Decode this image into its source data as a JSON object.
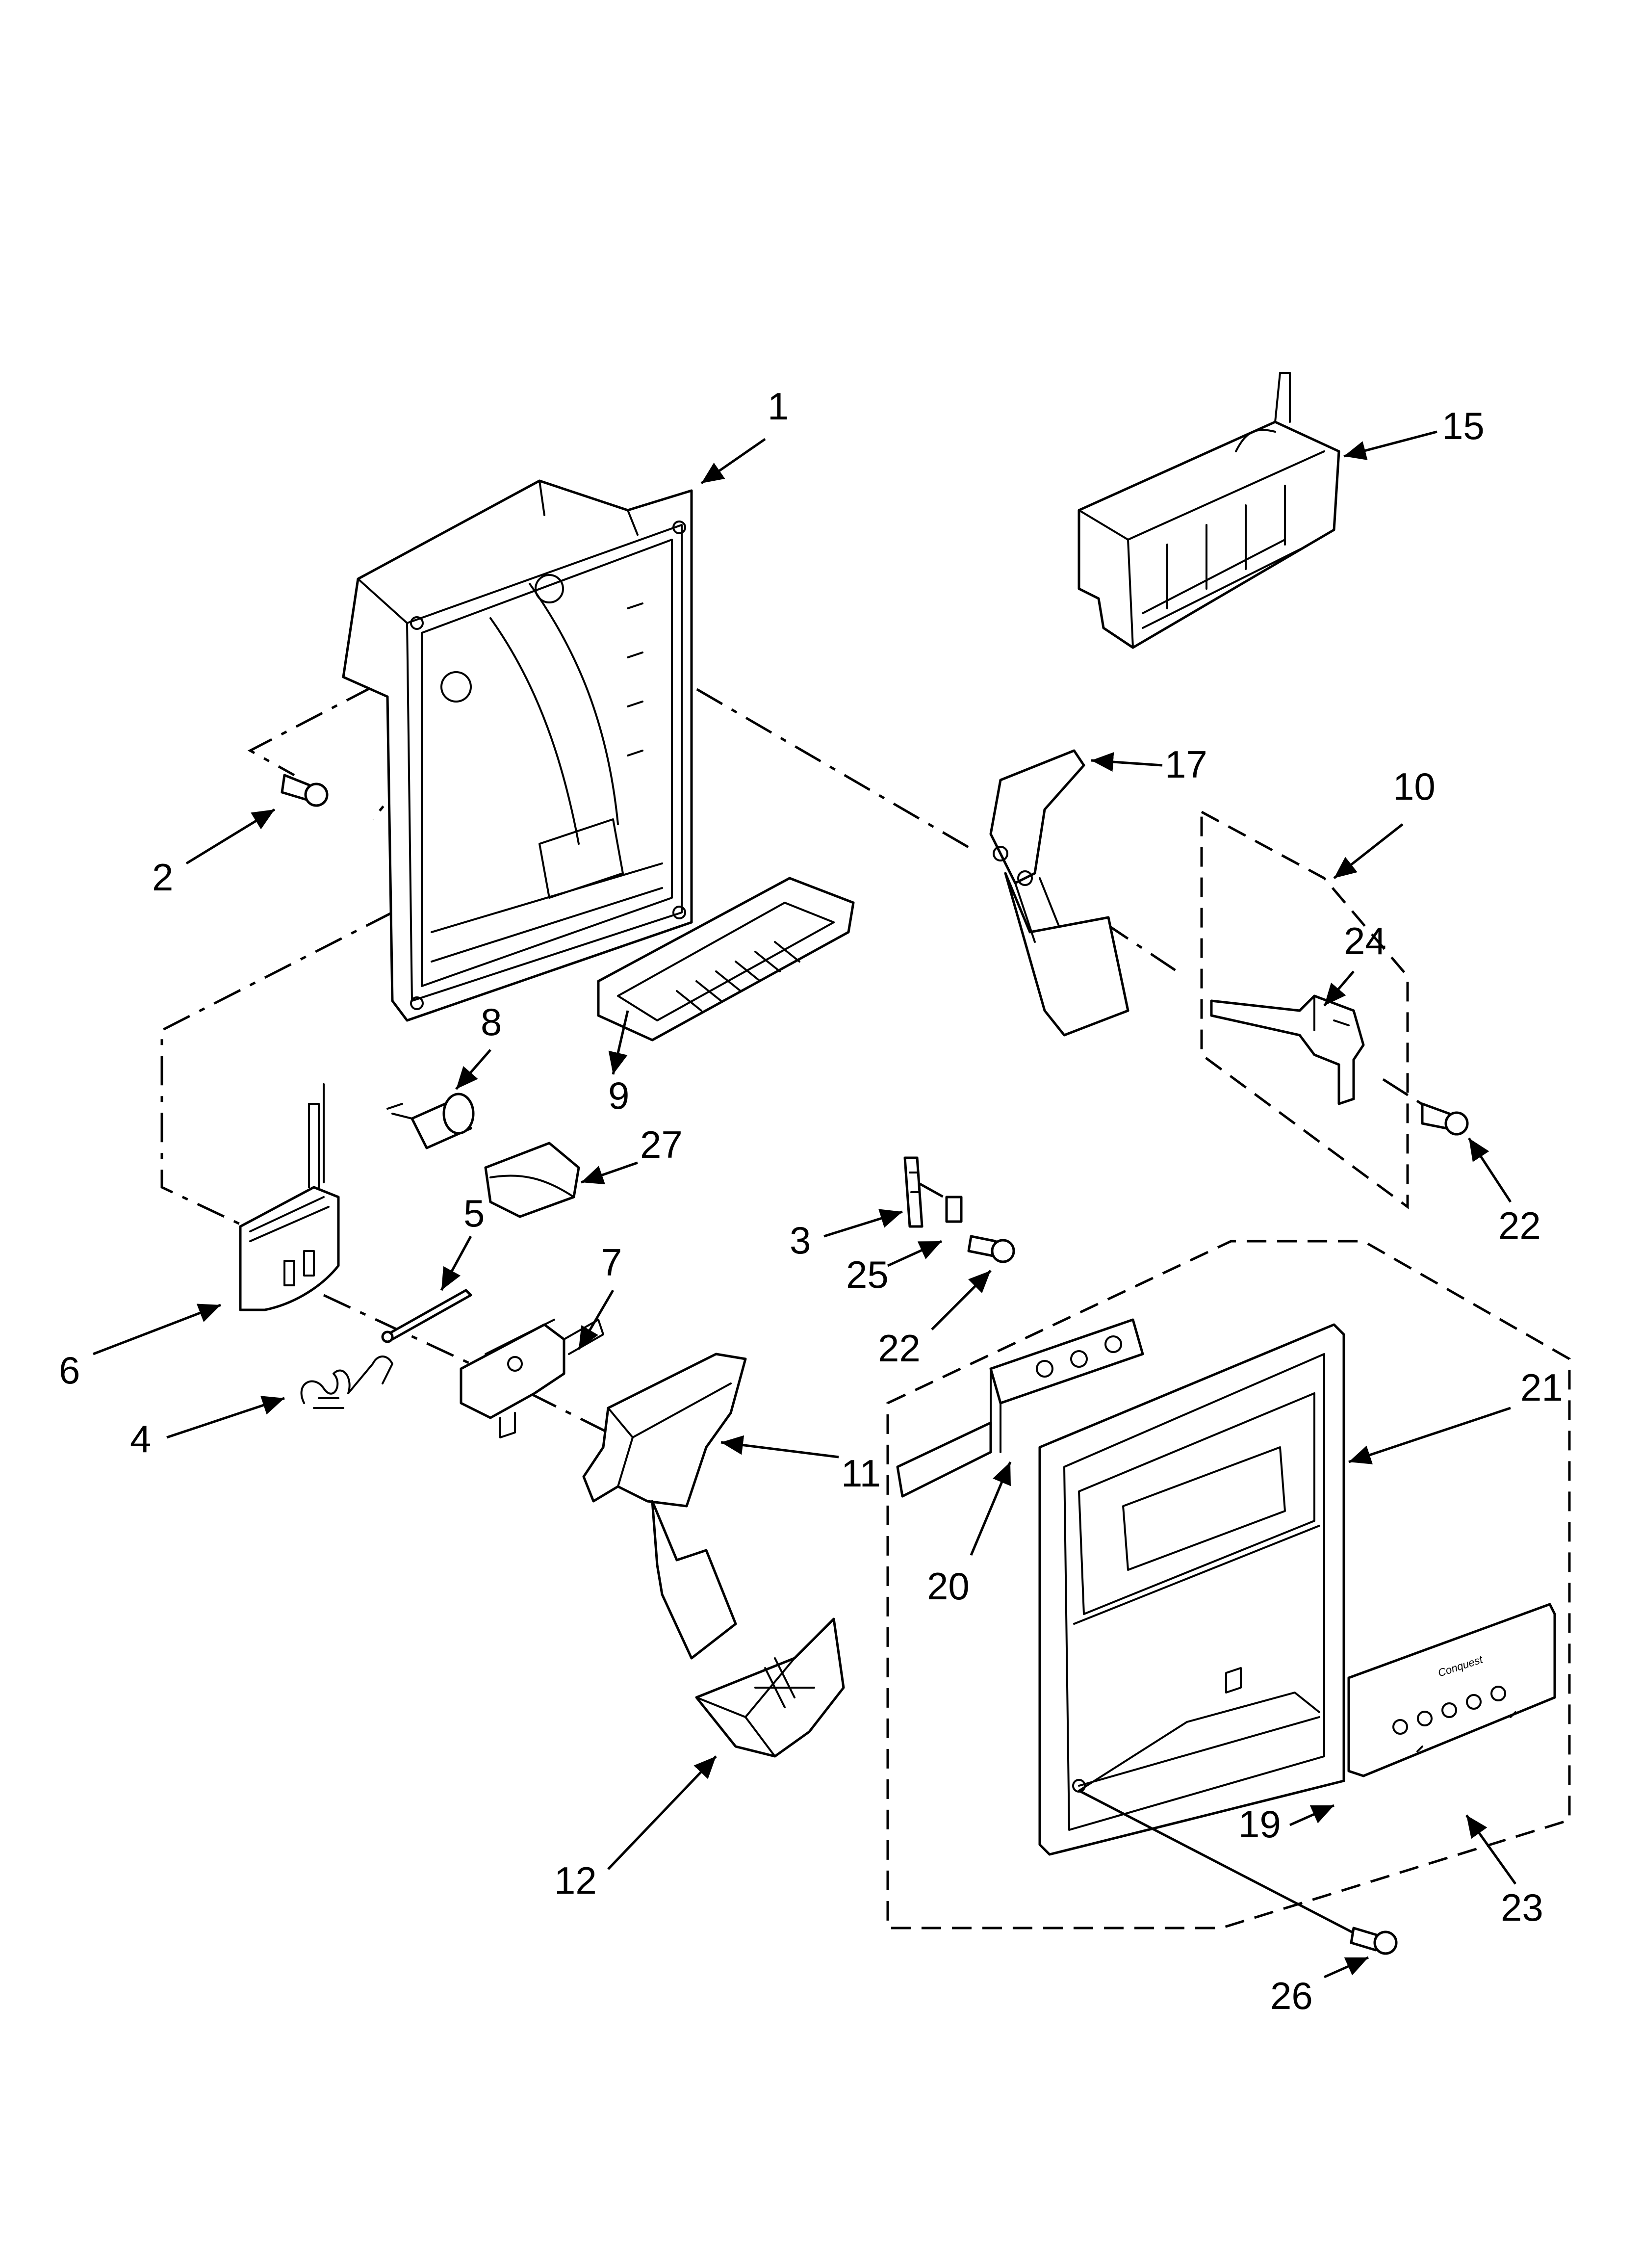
{
  "callouts": [
    {
      "id": "c1",
      "label": "1"
    },
    {
      "id": "c2",
      "label": "2"
    },
    {
      "id": "c3",
      "label": "3"
    },
    {
      "id": "c4",
      "label": "4"
    },
    {
      "id": "c5",
      "label": "5"
    },
    {
      "id": "c6",
      "label": "6"
    },
    {
      "id": "c7",
      "label": "7"
    },
    {
      "id": "c8",
      "label": "8"
    },
    {
      "id": "c9",
      "label": "9"
    },
    {
      "id": "c10",
      "label": "10"
    },
    {
      "id": "c11",
      "label": "11"
    },
    {
      "id": "c12",
      "label": "12"
    },
    {
      "id": "c15",
      "label": "15"
    },
    {
      "id": "c17",
      "label": "17"
    },
    {
      "id": "c19",
      "label": "19"
    },
    {
      "id": "c20",
      "label": "20"
    },
    {
      "id": "c21",
      "label": "21"
    },
    {
      "id": "c22a",
      "label": "22"
    },
    {
      "id": "c22b",
      "label": "22"
    },
    {
      "id": "c23",
      "label": "23"
    },
    {
      "id": "c24",
      "label": "24"
    },
    {
      "id": "c25",
      "label": "25"
    },
    {
      "id": "c26",
      "label": "26"
    },
    {
      "id": "c27",
      "label": "27"
    }
  ],
  "control_panel": {
    "brand_text": "Conquest"
  },
  "colors": {
    "line": "#000000",
    "background": "#ffffff"
  }
}
